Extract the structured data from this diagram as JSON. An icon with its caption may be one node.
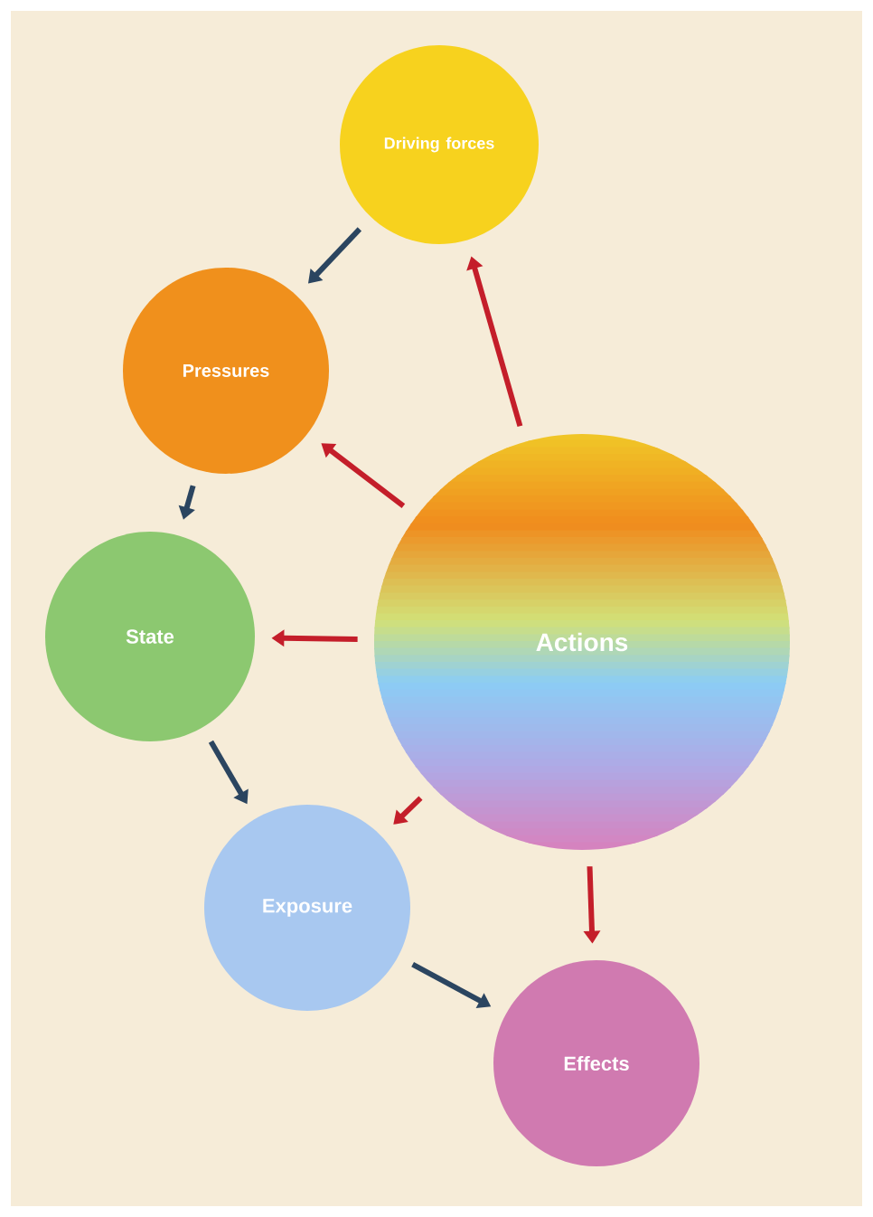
{
  "diagram": {
    "nodes": [
      {
        "text": [
          "Driving forces"
        ]
      },
      {
        "text": [
          "Pressures"
        ]
      },
      {
        "text": [
          "State"
        ]
      },
      {
        "text": [
          "Exposure"
        ]
      },
      {
        "text": [
          "Effects"
        ]
      },
      {
        "text": [
          "Actions"
        ]
      }
    ],
    "edges": [
      {
        "from": 0,
        "to": 1,
        "arrow": "to",
        "color": "#2b4560"
      },
      {
        "from": 1,
        "to": 2,
        "arrow": "to",
        "color": "#2b4560"
      },
      {
        "from": 2,
        "to": 3,
        "arrow": "to",
        "color": "#2b4560"
      },
      {
        "from": 3,
        "to": 4,
        "arrow": "to",
        "color": "#2b4560"
      },
      {
        "from": 5,
        "to": 0,
        "arrow": "to"
      },
      {
        "from": 5,
        "to": 1,
        "arrow": "to"
      },
      {
        "from": 5,
        "to": 2,
        "arrow": "to"
      },
      {
        "from": 5,
        "to": 3,
        "arrow": "to"
      },
      {
        "from": 5,
        "to": 4,
        "arrow": "to"
      }
    ]
  }
}
